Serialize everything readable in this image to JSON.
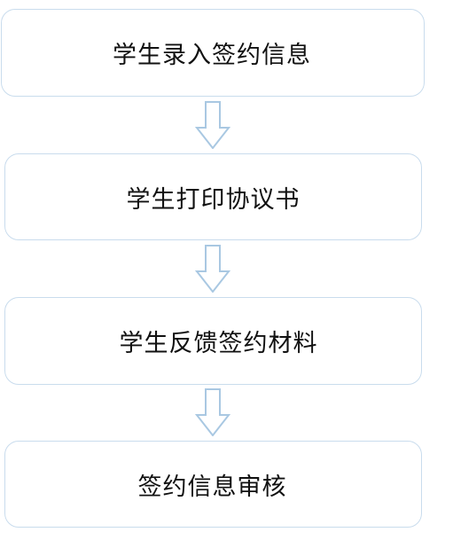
{
  "steps": [
    {
      "label": "学生录入签约信息"
    },
    {
      "label": "学生打印协议书"
    },
    {
      "label": "学生反馈签约材料"
    },
    {
      "label": "签约信息审核"
    }
  ],
  "colors": {
    "box_border": "#c9dced",
    "arrow_stroke": "#a9c8e2",
    "text": "#111111"
  }
}
